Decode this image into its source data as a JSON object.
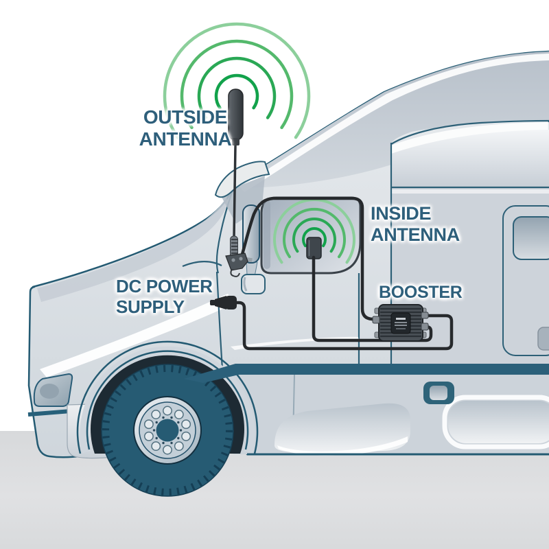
{
  "labels": {
    "outside_antenna": {
      "line1": "OUTSIDE",
      "line2": "ANTENNA"
    },
    "inside_antenna": {
      "line1": "INSIDE",
      "line2": "ANTENNA"
    },
    "dc_power_supply": {
      "line1": "DC POWER",
      "line2": "SUPPLY"
    },
    "booster": {
      "text": "BOOSTER"
    }
  },
  "colors": {
    "label_text": "#2e5f7b",
    "truck_outline": "#235a72",
    "accent_band": "#2b607a",
    "signal_green_strong": "#12a24b",
    "signal_green_light": "#8ccf9b",
    "cable_black": "#26292c",
    "ground_gray": "#dadcde",
    "tire_teal": "#265b73"
  }
}
